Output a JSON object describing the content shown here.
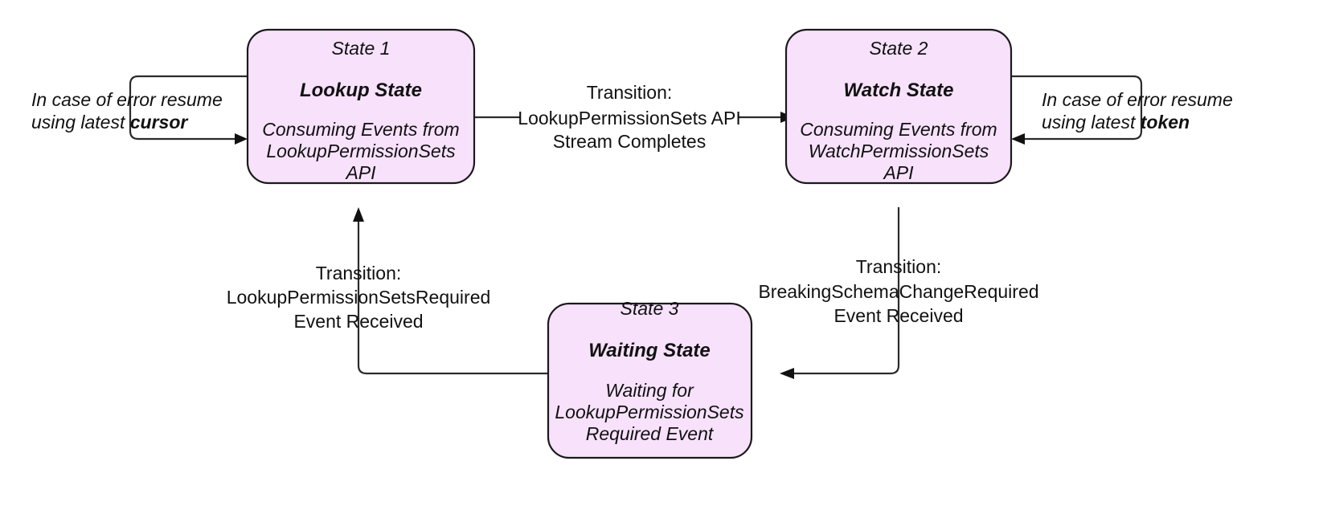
{
  "diagram": {
    "title": "Permission Sets Event Consumption State Machine",
    "background_color": "#ffffff",
    "node_fill_color": "#f7e1fb",
    "node_stroke_color": "#1a1a1a",
    "edge_color": "#2b2b2b",
    "text_color": "#111111"
  },
  "states": {
    "state1": {
      "caption": "State 1",
      "title": "Lookup State",
      "desc_line1": "Consuming Events from",
      "desc_line2": "LookupPermissionSets",
      "desc_line3": "API"
    },
    "state2": {
      "caption": "State 2",
      "title": "Watch State",
      "desc_line1": "Consuming Events from",
      "desc_line2": "WatchPermissionSets",
      "desc_line3": "API"
    },
    "state3": {
      "caption": "State 3",
      "title": "Waiting State",
      "desc_line1": "Waiting for",
      "desc_line2": "LookupPermissionSets",
      "desc_line3": "Required Event"
    }
  },
  "transitions": {
    "lookup_to_watch": {
      "line1": "Transition:",
      "line2": "LookupPermissionSets API",
      "line3": "Stream Completes"
    },
    "waiting_to_lookup": {
      "line1": "Transition:",
      "line2": "LookupPermissionSetsRequired",
      "line3": "Event Received"
    },
    "watch_to_waiting": {
      "line1": "Transition:",
      "line2": "BreakingSchemaChangeRequired",
      "line3": "Event Received"
    }
  },
  "notes": {
    "lookup_error": {
      "line1": "In case of error resume",
      "line2_prefix": "using latest ",
      "line2_strong": "cursor"
    },
    "watch_error": {
      "line1": "In case of error resume",
      "line2_prefix": "using latest ",
      "line2_strong": "token"
    }
  }
}
